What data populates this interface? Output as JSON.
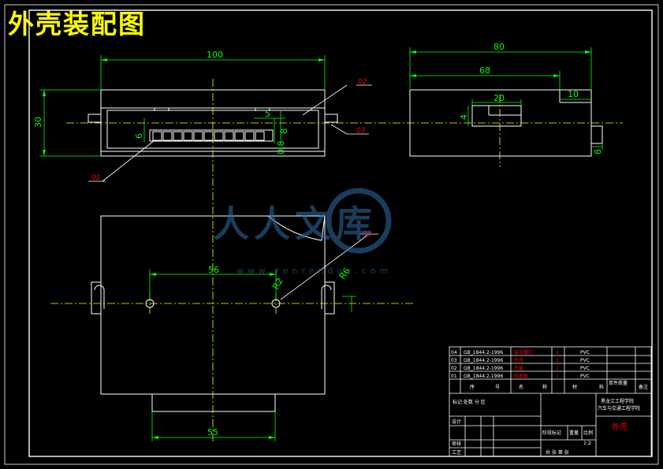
{
  "drawing": {
    "title": "外壳装配图",
    "watermark": {
      "text": "人人文库",
      "url": "www.renrendoc.com"
    }
  },
  "dimensions": {
    "front_width": "100",
    "front_height": "30",
    "side_width": "80",
    "side_68": "68",
    "side_20": "20",
    "side_10": "10",
    "side_4": "4",
    "side_8": "8",
    "front_5": "5",
    "front_6": "6",
    "front_08": "0.8",
    "front_8": "8",
    "front_r2": "R2",
    "top_56": "56",
    "top_55": "55",
    "top_r6": "R6"
  },
  "callouts": [
    "01",
    "02",
    "03",
    "04"
  ],
  "title_block": {
    "parts": [
      {
        "no": "04",
        "std": "GB_1844.2-1996",
        "name": "自攻螺钉",
        "qty": "4",
        "material": "PVC"
      },
      {
        "no": "03",
        "std": "GB_1844.2-1996",
        "name": "外壳",
        "qty": "1",
        "material": "PVC"
      },
      {
        "no": "02",
        "std": "GB_1844.2-1996",
        "name": "后盖",
        "qty": "1",
        "material": "PVC"
      },
      {
        "no": "01",
        "std": "GB_1844.2-1996",
        "name": "前面板",
        "qty": "1",
        "material": "PVC"
      }
    ],
    "headers": [
      "序",
      "号",
      "名",
      "称",
      "材",
      "料",
      "单件质量",
      "备注"
    ],
    "school": [
      "黑龙江工程学院",
      "汽车与交通工程学院"
    ],
    "part_title": "外壳",
    "rows": [
      "标记 处数 分 区",
      "设计",
      "审核",
      "工艺"
    ],
    "labels": [
      "阶段标记",
      "重量",
      "比例",
      "共 张 第 张"
    ],
    "scale": "1:2"
  },
  "colors": {
    "outline": "#ffffff",
    "dimension": "#00ff00",
    "center": "#ffff00",
    "callout": "#ff0000"
  }
}
